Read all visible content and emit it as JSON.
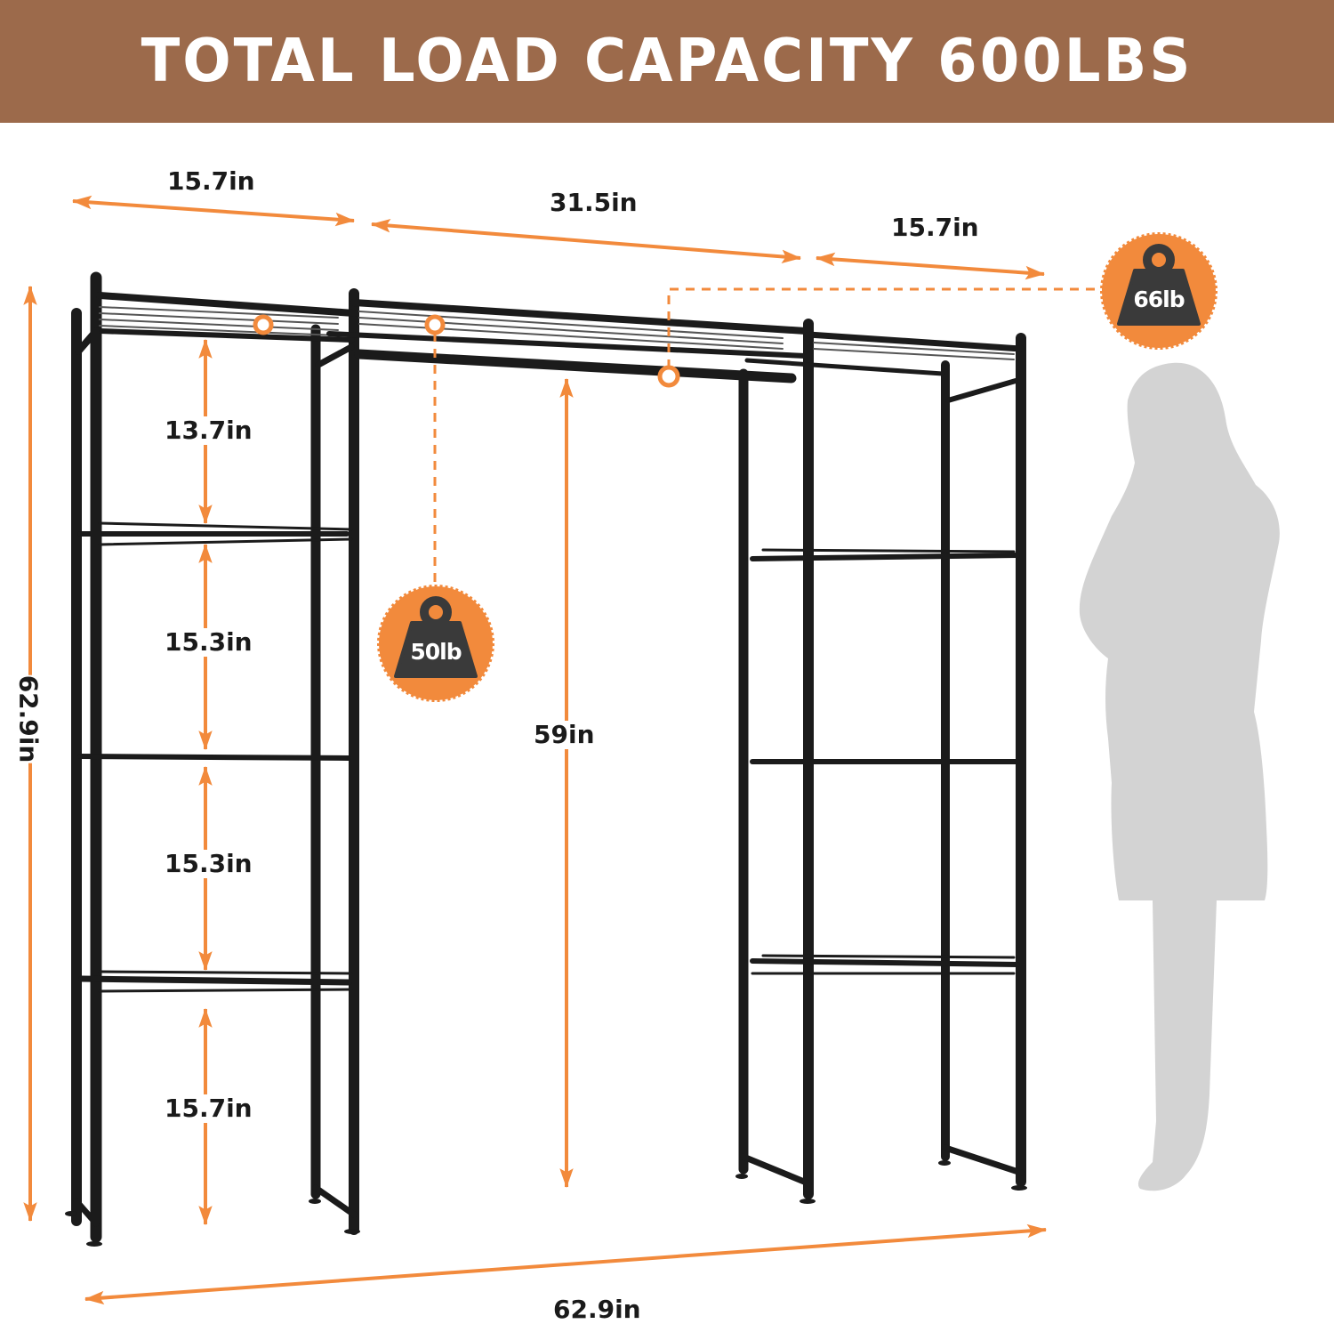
{
  "banner": {
    "title": "TOTAL LOAD CAPACITY 600LBS",
    "background": "#9c6a4b",
    "text_color": "#ffffff"
  },
  "colors": {
    "accent": "#f28a3c",
    "frame": "#1b1b1b",
    "silhouette": "#d3d3d3"
  },
  "dimensions": {
    "top_left_width": "15.7in",
    "top_middle_width": "31.5in",
    "top_right_width": "15.7in",
    "overall_height": "62.9in",
    "overall_width": "62.9in",
    "hanging_clearance": "59in",
    "left_tier_1": "13.7in",
    "left_tier_2": "15.3in",
    "left_tier_3": "15.3in",
    "left_tier_4": "15.7in"
  },
  "weights": {
    "hanging_rod": {
      "label": "50lb",
      "icon": "weight-icon"
    },
    "top_shelf": {
      "label": "66lb",
      "icon": "weight-icon"
    }
  },
  "figure": {
    "reference": "person-silhouette"
  }
}
